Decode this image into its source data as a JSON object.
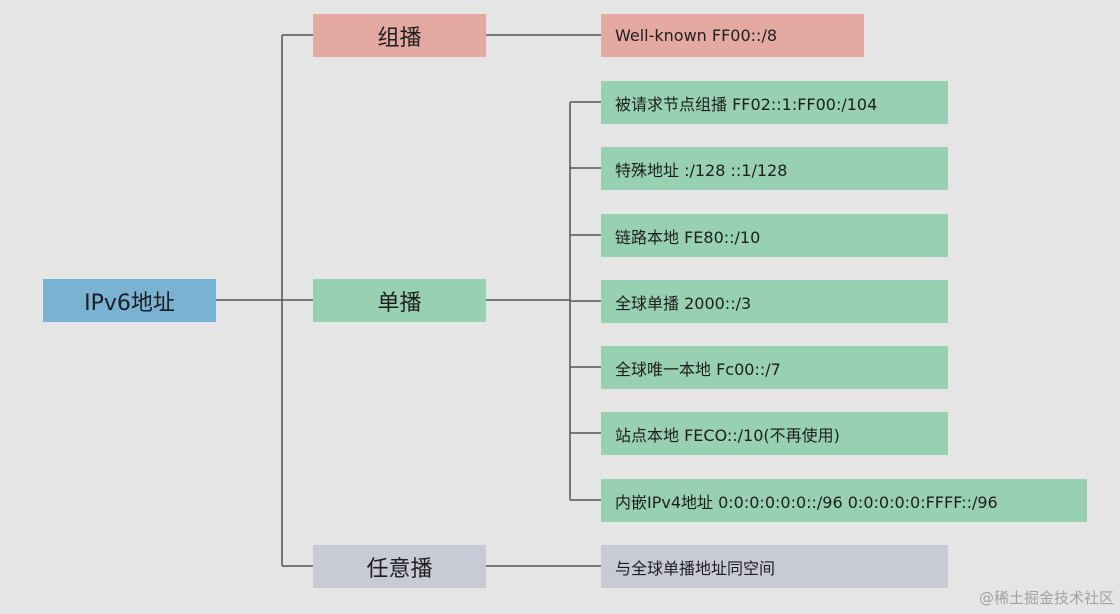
{
  "root": {
    "label": "IPv6地址",
    "color": "#79b2d2"
  },
  "categories": [
    {
      "label": "组播",
      "color": "#e4aaa1",
      "children": [
        {
          "label": "Well-known FF00::/8"
        }
      ]
    },
    {
      "label": "单播",
      "color": "#98d0b2",
      "children": [
        {
          "label": "被请求节点组播 FF02::1:FF00:/104"
        },
        {
          "label": "特殊地址 :/128 ::1/128"
        },
        {
          "label": "链路本地 FE80::/10"
        },
        {
          "label": "全球单播 2000::/3"
        },
        {
          "label": "全球唯一本地 Fc00::/7"
        },
        {
          "label": "站点本地 FECO::/10(不再使用)"
        },
        {
          "label": "内嵌IPv4地址 0:0:0:0:0:0::/96 0:0:0:0:0:FFFF::/96"
        }
      ]
    },
    {
      "label": "任意播",
      "color": "#c8cad6",
      "children": [
        {
          "label": "与全球单播地址同空间"
        }
      ]
    }
  ],
  "watermark": "@稀土掘金技术社区",
  "line_color": "#555555"
}
